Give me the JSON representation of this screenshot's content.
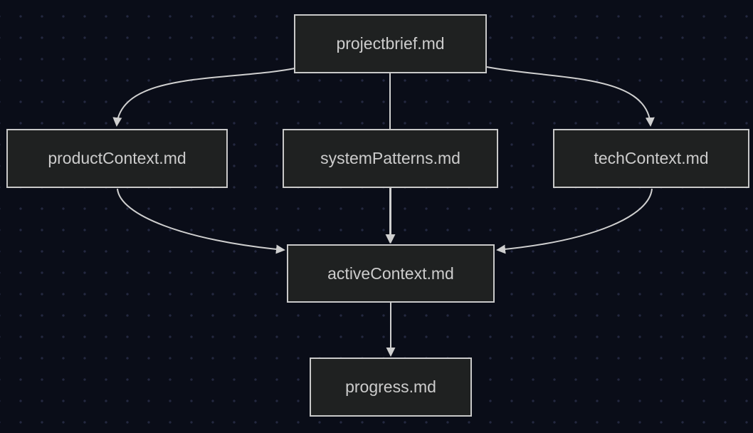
{
  "diagram": {
    "type": "flowchart",
    "direction": "top-down",
    "nodes": [
      {
        "id": "projectbrief",
        "label": "projectbrief.md"
      },
      {
        "id": "productContext",
        "label": "productContext.md"
      },
      {
        "id": "systemPatterns",
        "label": "systemPatterns.md"
      },
      {
        "id": "techContext",
        "label": "techContext.md"
      },
      {
        "id": "activeContext",
        "label": "activeContext.md"
      },
      {
        "id": "progress",
        "label": "progress.md"
      }
    ],
    "edges": [
      {
        "from": "projectbrief.md",
        "to": "productContext.md"
      },
      {
        "from": "projectbrief.md",
        "to": "systemPatterns.md"
      },
      {
        "from": "projectbrief.md",
        "to": "techContext.md"
      },
      {
        "from": "productContext.md",
        "to": "activeContext.md"
      },
      {
        "from": "systemPatterns.md",
        "to": "activeContext.md"
      },
      {
        "from": "techContext.md",
        "to": "activeContext.md"
      },
      {
        "from": "activeContext.md",
        "to": "progress.md"
      }
    ],
    "colors": {
      "background": "#0a0d18",
      "grid_dot": "#242840",
      "node_fill": "#1f2121",
      "node_border": "#c9c9c9",
      "node_text": "#cccccc",
      "edge_stroke": "#cfcfcf"
    }
  }
}
